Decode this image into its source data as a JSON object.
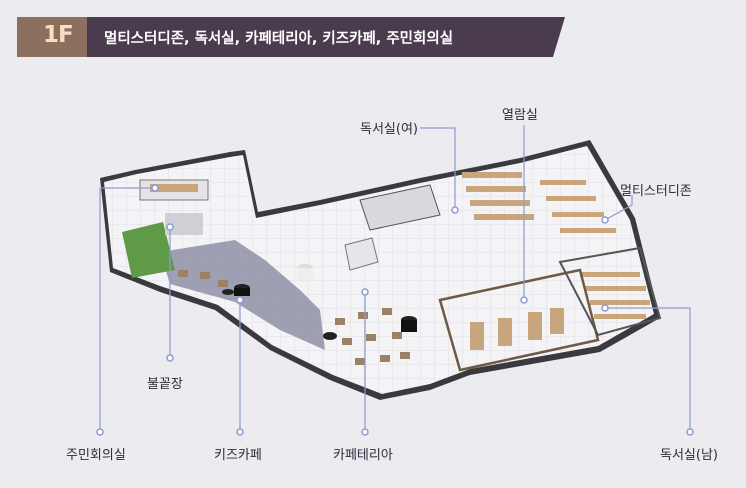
{
  "header": {
    "floor": "1F",
    "title": "멀티스터디존, 독서실, 카페테리아, 키즈카페, 주민회의실"
  },
  "labels": {
    "reading_room_female": "독서실(여)",
    "browsing_room": "열람실",
    "multi_study_zone": "멀티스터디존",
    "fire_pit": "불꽅장",
    "community_meeting_room": "주민회의실",
    "kids_cafe": "키즈카페",
    "cafeteria": "카페테리아",
    "reading_room_male": "독서실(남)"
  },
  "colors": {
    "banner_dark": "#4a3c4e",
    "banner_accent": "#8c6f5f",
    "floor_text": "#f3e0c0",
    "background": "#ecebf0",
    "leader_line": "#8e9bd0"
  }
}
